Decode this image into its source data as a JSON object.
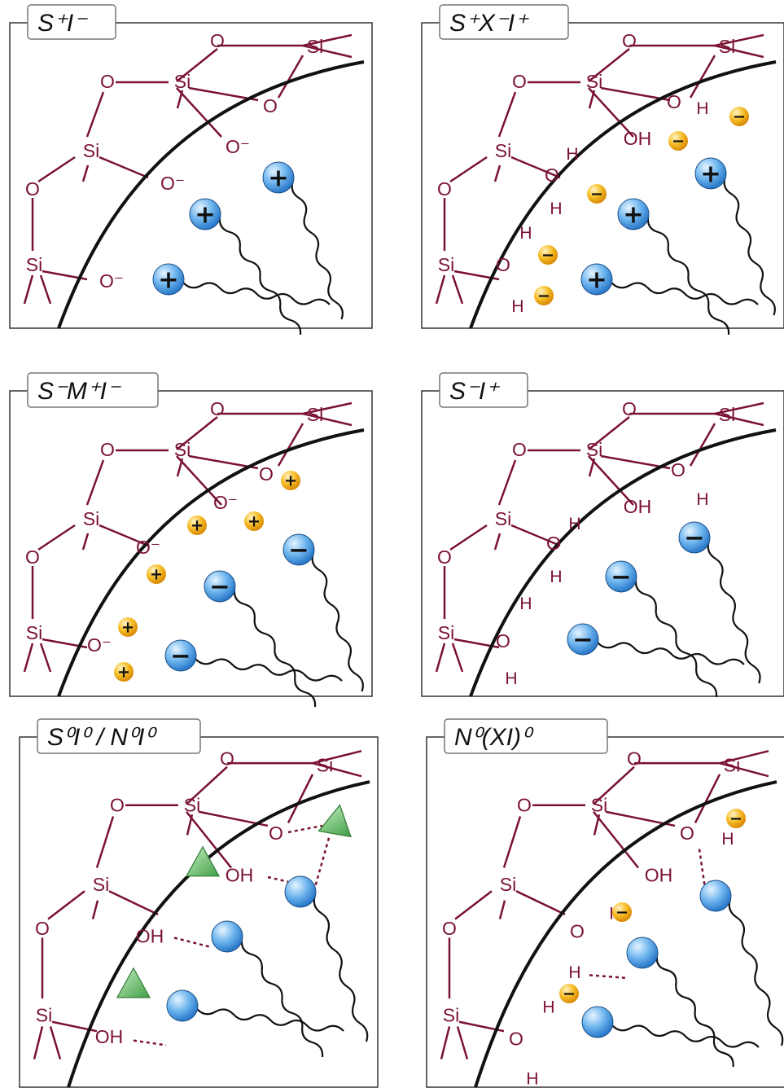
{
  "panels": [
    {
      "id": "p1",
      "label": "S⁺I⁻"
    },
    {
      "id": "p2",
      "label": "S⁺X⁻I⁺"
    },
    {
      "id": "p3",
      "label": "S⁻M⁺I⁻"
    },
    {
      "id": "p4",
      "label": "S⁻I⁺"
    },
    {
      "id": "p5",
      "label": "S⁰I⁰ / N⁰I⁰"
    },
    {
      "id": "p6",
      "label": "N⁰(XI)⁰"
    }
  ],
  "atoms": {
    "si": "Si",
    "o": "O",
    "o_minus": "O⁻",
    "oh": "OH",
    "h": "H"
  },
  "signs": {
    "plus": "+",
    "minus": "−"
  },
  "colors": {
    "bond": "#7a1232",
    "surfactant_head": "#5aa8ea",
    "counter_ion": "#f2b318",
    "neutral_species": "#67bf67"
  }
}
